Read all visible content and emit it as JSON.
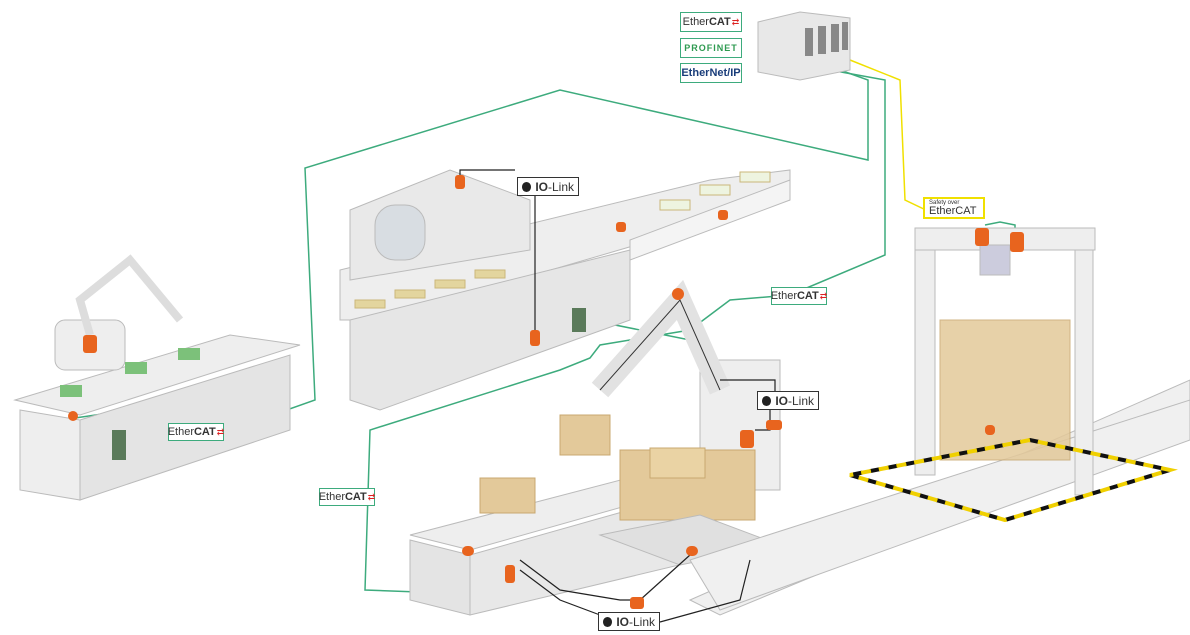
{
  "protocols": {
    "ethercat": "EtherCAT",
    "profinet": "PROFINET",
    "ethernet_ip": "EtherNet/IP"
  },
  "labels": {
    "ethercat_prefix": "Ether",
    "ethercat_suffix": "CAT",
    "io_link": "IO-Link",
    "io_prefix": "IO",
    "io_suffix": "-Link",
    "safety_over": "Safety over",
    "safety_ethercat": "EtherCAT"
  },
  "colors": {
    "ethernet_line": "#3dab7d",
    "safety_line": "#f0e000",
    "io_cable": "#222222",
    "sensor": "#e8641e",
    "machine": "#eeeeee",
    "boxes": "#e3c99a"
  }
}
